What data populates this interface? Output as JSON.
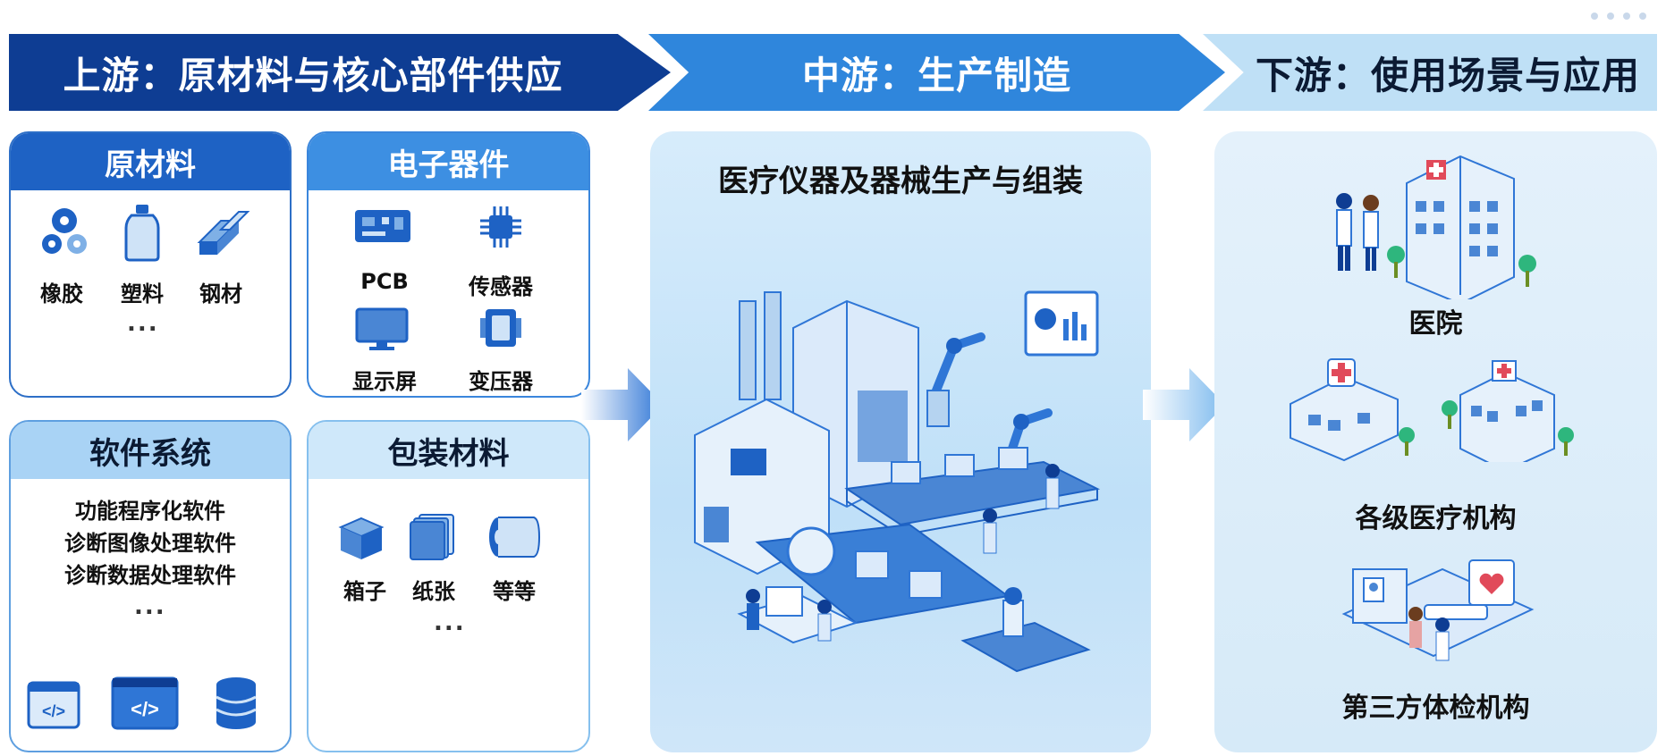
{
  "stages": {
    "upstream_title": "上游：原材料与核心部件供应",
    "midstream_title": "中游：生产制造",
    "downstream_title": "下游：使用场景与应用"
  },
  "upstream": {
    "raw_materials": {
      "title": "原材料",
      "items": [
        "橡胶",
        "塑料",
        "钢材"
      ],
      "more": "..."
    },
    "electronics": {
      "title": "电子器件",
      "items": [
        "PCB",
        "传感器",
        "显示屏",
        "变压器"
      ]
    },
    "software": {
      "title": "软件系统",
      "items": [
        "功能程序化软件",
        "诊断图像处理软件",
        "诊断数据处理软件"
      ],
      "more": "..."
    },
    "packaging": {
      "title": "包装材料",
      "items": [
        "箱子",
        "纸张",
        "等等"
      ],
      "more": "..."
    }
  },
  "midstream": {
    "title": "医疗仪器及器械生产与组装"
  },
  "downstream": {
    "items": [
      "医院",
      "各级医疗机构",
      "第三方体检机构"
    ]
  },
  "colors": {
    "navy": "#0e3d93",
    "blue": "#2f86dc",
    "light_blue": "#bfe0f6",
    "panel_bg": "#d7ecfb"
  },
  "icons": [
    "rubber-icon",
    "plastic-bottle-icon",
    "steel-bars-icon",
    "pcb-icon",
    "chip-icon",
    "monitor-icon",
    "transformer-icon",
    "code-window-icon",
    "code-window-icon",
    "database-icon",
    "box-icon",
    "paper-stack-icon",
    "paper-roll-icon",
    "factory-illustration",
    "hospital-illustration",
    "clinic-illustration",
    "checkup-illustration"
  ]
}
